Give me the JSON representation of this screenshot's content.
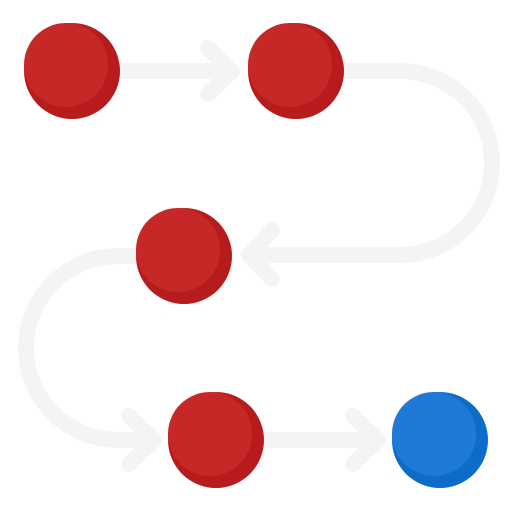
{
  "colors": {
    "background": "#ffffff",
    "path": "#f4f4f4",
    "node_main": "#c62828",
    "node_shade": "#b71c1c",
    "node_final_main": "#1e7ad6",
    "node_final_shade": "#0d6cc7"
  },
  "flow": {
    "nodes": [
      {
        "id": "step-1",
        "kind": "step"
      },
      {
        "id": "step-2",
        "kind": "step"
      },
      {
        "id": "step-3",
        "kind": "step"
      },
      {
        "id": "step-4",
        "kind": "step"
      },
      {
        "id": "end",
        "kind": "final"
      }
    ],
    "connectors": [
      {
        "from": "step-1",
        "to": "step-2",
        "arrow": "right"
      },
      {
        "from": "step-2",
        "to": "step-3",
        "arrow": "left"
      },
      {
        "from": "step-3",
        "to": "step-4",
        "arrow": "right"
      },
      {
        "from": "step-4",
        "to": "end",
        "arrow": "right"
      }
    ]
  }
}
